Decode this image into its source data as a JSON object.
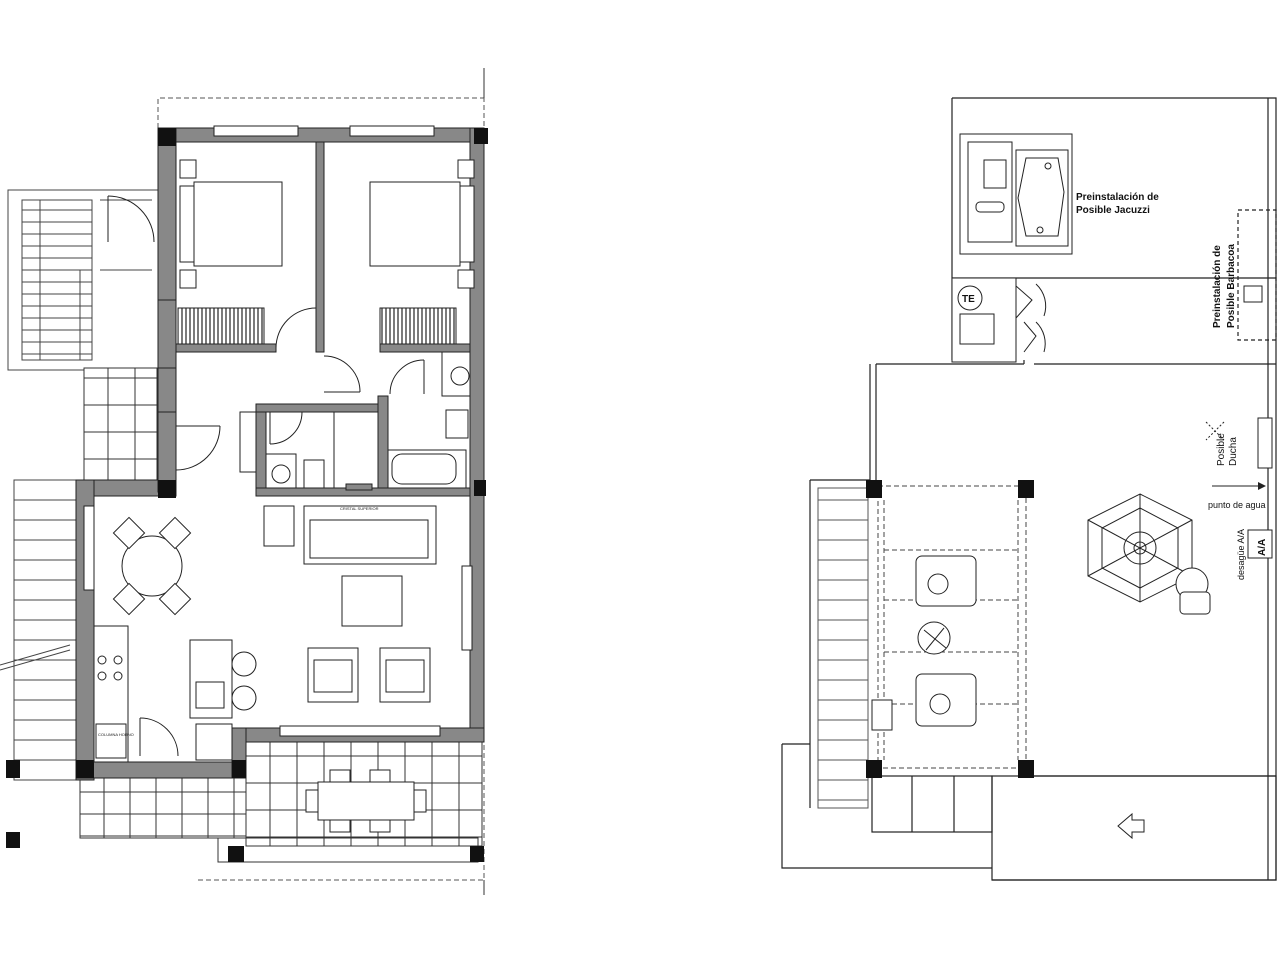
{
  "left_plan": {
    "furniture_labels": {
      "sofa": "CRISTAL SUPERIOR",
      "column": "COLUMNA HORNO"
    }
  },
  "right_plan": {
    "jacuzzi_label": [
      "Preinstalación de",
      "Posible Jacuzzi"
    ],
    "barbecue_label": [
      "Preinstalación de",
      "Posible Barbacoa"
    ],
    "shower_label": [
      "Posible",
      "Ducha"
    ],
    "water_point_label": "punto de agua",
    "ac_drain_label": "desagüe A/A",
    "ac_unit_label": "A/A",
    "water_heater_label": "TE"
  }
}
